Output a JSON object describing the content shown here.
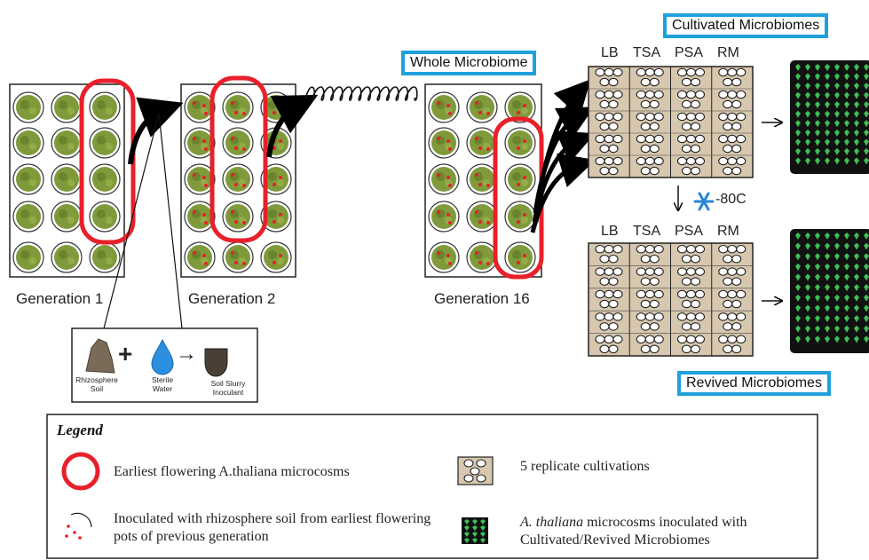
{
  "labels": {
    "gen1": "Generation 1",
    "gen2": "Generation 2",
    "gen16": "Generation 16",
    "whole_microbiome": "Whole Microbiome",
    "cultivated_microbiomes": "Cultivated Microbiomes",
    "revived_microbiomes": "Revived Microbiomes",
    "freeze_temp": "-80C"
  },
  "media_columns": [
    "LB",
    "TSA",
    "PSA",
    "RM"
  ],
  "inoculant": {
    "rhizosphere": "Rhizosphere Soil",
    "sterile_water": "Sterile Water",
    "slurry": "Soil Slurry Inoculant",
    "plus": "+",
    "arrow": "→"
  },
  "legend": {
    "title": "Legend",
    "items": [
      {
        "text": "Earliest flowering A.thaliana microcosms"
      },
      {
        "text": "5 replicate cultivations"
      },
      {
        "text": "Inoculated with rhizosphere soil from earliest flowering pots of previous generation"
      },
      {
        "text_italic": "A. thaliana",
        "text": " microcosms inoculated with Cultivated/Revived Microbiomes"
      }
    ]
  },
  "colors": {
    "highlight": "#e8202a",
    "label_border": "#1ea0dc",
    "snowflake": "#2a86d6",
    "plate_fill": "#d6c7ae",
    "plant_green": "#7f9a3a",
    "tray_dark": "#111111",
    "seedling_green": "#3fbf55"
  }
}
